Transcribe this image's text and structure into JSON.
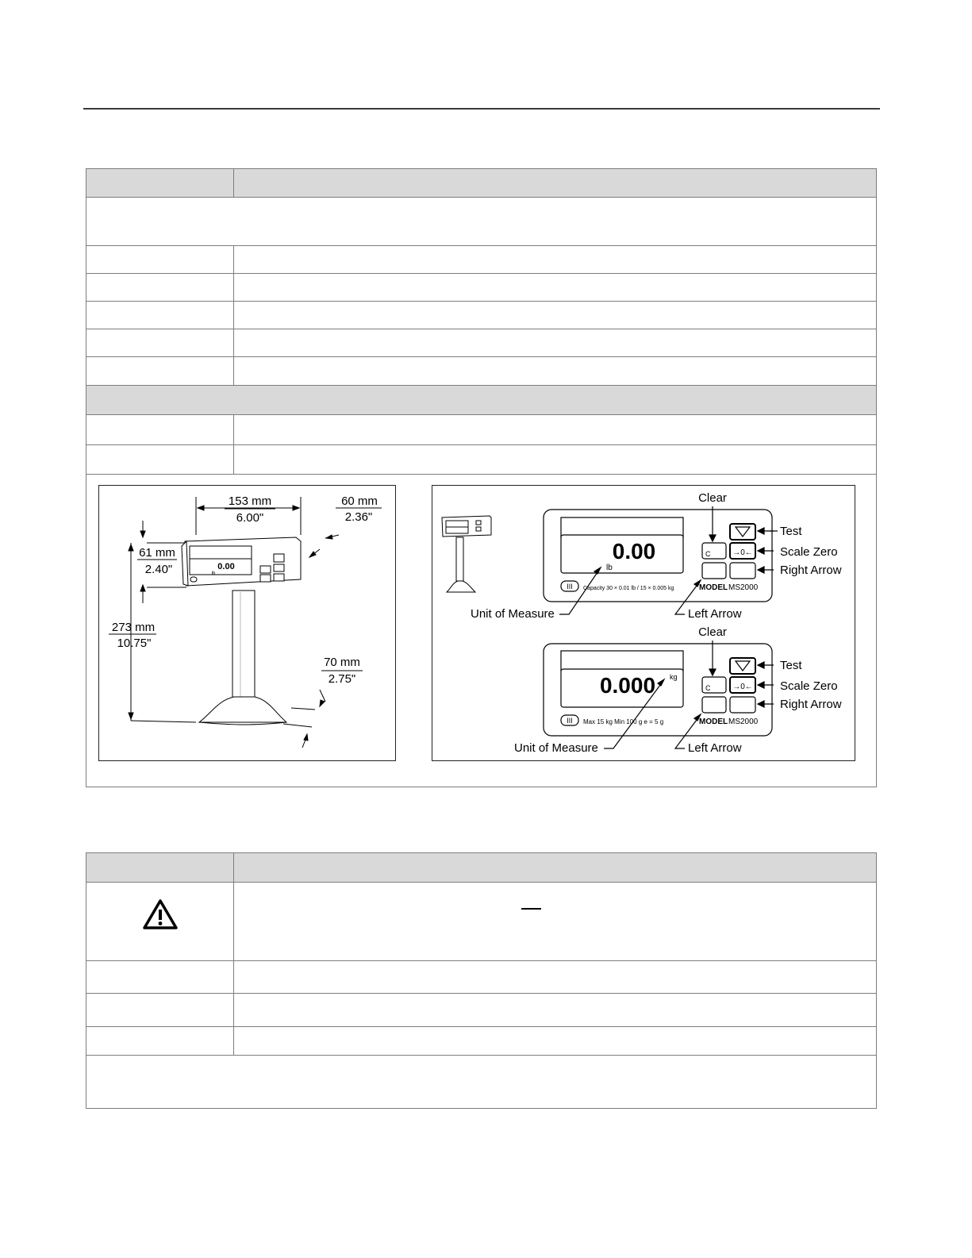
{
  "left_figure": {
    "dim_width_mm": "153 mm",
    "dim_width_in": "6.00\"",
    "dim_depth_mm": "60 mm",
    "dim_depth_in": "2.36\"",
    "dim_head_mm": "61 mm",
    "dim_head_in": "2.40\"",
    "dim_height_mm": "273 mm",
    "dim_height_in": "10.75\"",
    "dim_base_mm": "70 mm",
    "dim_base_in": "2.75\"",
    "display_value": "0.00",
    "display_unit": "lb"
  },
  "right_figure": {
    "clear_label": "Clear",
    "test_label": "Test",
    "scale_zero_label": "Scale Zero",
    "right_arrow_label": "Right Arrow",
    "left_arrow_label": "Left Arrow",
    "unit_label": "Unit of Measure",
    "key_c": "C",
    "key_zero": "→0←",
    "model_word": "MODEL",
    "model_name": "MS2000",
    "class_mark": "III",
    "panel_lb": {
      "value": "0.00",
      "unit": "lb",
      "capacity": "Capacity 30 × 0.01 lb / 15 × 0.005 kg"
    },
    "panel_kg": {
      "value": "0.000",
      "unit": "kg",
      "capacity": "Max 15 kg   Min 100 g   e = 5 g"
    }
  },
  "warning_icon": "warning-triangle-icon",
  "colors": {
    "header_fill": "#d9d9d9",
    "border": "#7d7d7d",
    "rule": "#3a3a3a"
  }
}
